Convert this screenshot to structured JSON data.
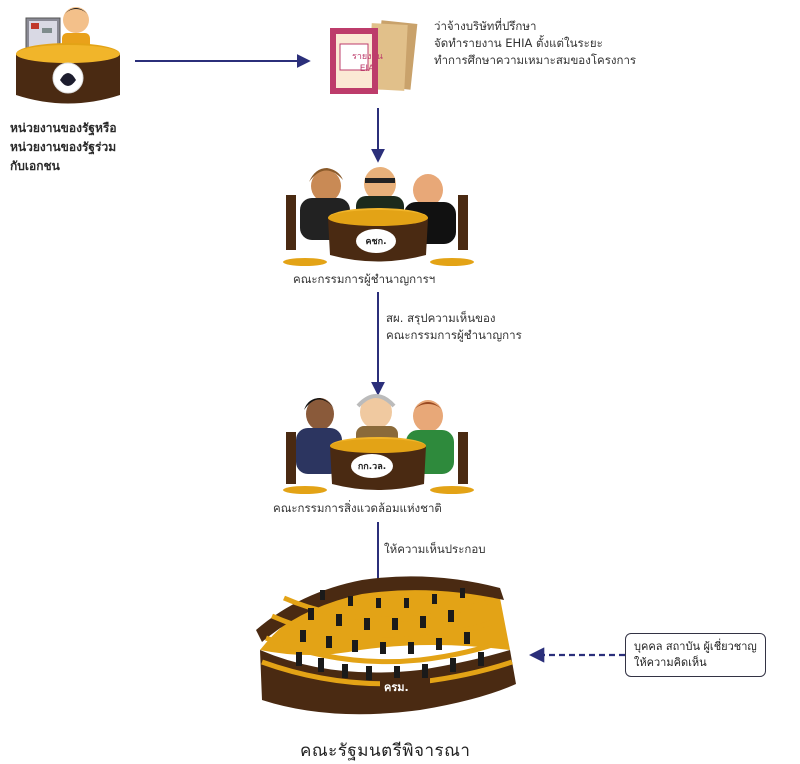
{
  "agency": {
    "line1": "หน่วยงานของรัฐหรือ",
    "line2": "หน่วยงานของรัฐร่วม",
    "line3": "กับเอกชน"
  },
  "report": {
    "cover_line1": "รายงาน",
    "cover_line2": "EIA",
    "desc_line1": "ว่าจ้างบริษัทที่ปรึกษา",
    "desc_line2": "จัดทำรายงาน EHIA ตั้งแต่ในระยะ",
    "desc_line3": "ทำการศึกษาความเหมาะสมของโครงการ"
  },
  "expert_committee": {
    "table_label": "คชก.",
    "caption": "คณะกรรมการผู้ชำนาญการฯ"
  },
  "step_summary": {
    "line1": "สผ. สรุปความเห็นของ",
    "line2": "คณะกรรมการผู้ชำนาญการ"
  },
  "national_committee": {
    "table_label": "กก.วล.",
    "caption": "คณะกรรมการสิ่งแวดล้อมแห่งชาติ"
  },
  "step_opinion": {
    "text": "ให้ความเห็นประกอบ"
  },
  "cabinet": {
    "seat_label": "ครม.",
    "caption": "คณะรัฐมนตรีพิจารณา"
  },
  "public_input": {
    "line1": "บุคคล สถาบัน ผู้เชี่ยวชาญ",
    "line2": "ให้ความคิดเห็น"
  },
  "colors": {
    "arrow": "#2b2f7a",
    "table_brown": "#4a2a12",
    "gold": "#e3a316"
  }
}
